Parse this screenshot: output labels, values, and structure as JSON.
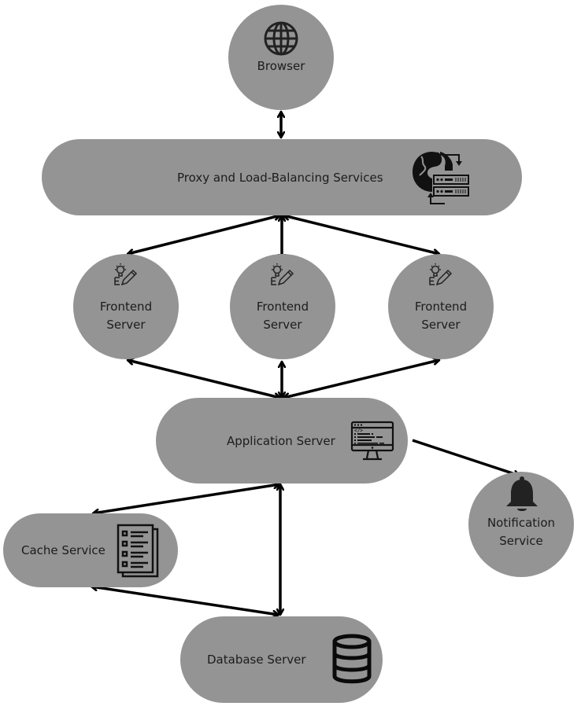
{
  "diagram": {
    "title": "",
    "colors": {
      "node_fill": "#949494",
      "arrow": "#000000",
      "text": "#1c1c1c",
      "icon": "#1a1a1a",
      "background": "#ffffff"
    },
    "nodes": {
      "browser": {
        "label": "Browser",
        "icon": "globe-icon"
      },
      "proxy": {
        "label": "Proxy and Load-Balancing Services",
        "icon": "globe-servers-icon"
      },
      "frontend1": {
        "line1": "Frontend",
        "line2": "Server",
        "icon": "idea-pencil-icon"
      },
      "frontend2": {
        "line1": "Frontend",
        "line2": "Server",
        "icon": "idea-pencil-icon"
      },
      "frontend3": {
        "line1": "Frontend",
        "line2": "Server",
        "icon": "idea-pencil-icon"
      },
      "app": {
        "label": "Application Server",
        "icon": "code-monitor-icon"
      },
      "notification": {
        "line1": "Notification",
        "line2": "Service",
        "icon": "bell-icon"
      },
      "cache": {
        "label": "Cache Service",
        "icon": "document-list-icon"
      },
      "database": {
        "label": "Database Server",
        "icon": "database-icon"
      }
    },
    "edges": [
      {
        "from": "browser",
        "to": "proxy",
        "direction": "both"
      },
      {
        "from": "proxy",
        "to": "frontend1",
        "direction": "both"
      },
      {
        "from": "proxy",
        "to": "frontend2",
        "direction": "both"
      },
      {
        "from": "proxy",
        "to": "frontend3",
        "direction": "both"
      },
      {
        "from": "frontend1",
        "to": "app",
        "direction": "both"
      },
      {
        "from": "frontend2",
        "to": "app",
        "direction": "both"
      },
      {
        "from": "frontend3",
        "to": "app",
        "direction": "both"
      },
      {
        "from": "app",
        "to": "notification",
        "direction": "forward"
      },
      {
        "from": "app",
        "to": "cache",
        "direction": "both"
      },
      {
        "from": "app",
        "to": "database",
        "direction": "both"
      },
      {
        "from": "database",
        "to": "cache",
        "direction": "both"
      }
    ]
  }
}
